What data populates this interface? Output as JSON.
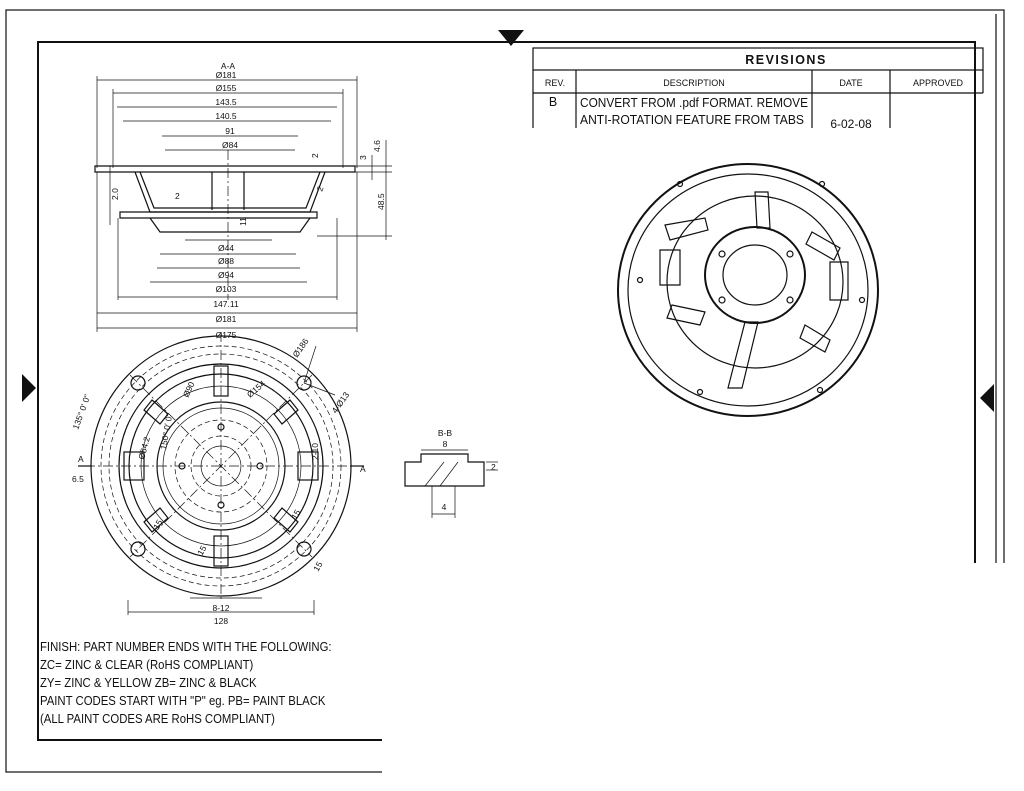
{
  "revisions": {
    "title": "REVISIONS",
    "headers": {
      "rev": "REV.",
      "description": "DESCRIPTION",
      "date": "DATE",
      "approved": "APPROVED"
    },
    "rows": [
      {
        "rev": "B",
        "description_line1": "CONVERT FROM .pdf FORMAT. REMOVE",
        "description_line2": "ANTI-ROTATION FEATURE FROM TABS",
        "date": "6-02-08",
        "approved": ""
      }
    ]
  },
  "section_aa": {
    "title": "A-A",
    "top_dims": [
      "Ø181",
      "Ø155",
      "143.5",
      "140.5",
      "91",
      "Ø84"
    ],
    "bottom_dims": [
      "Ø44",
      "Ø88",
      "Ø94",
      "Ø103",
      "147.11",
      "Ø181",
      "Ø175"
    ],
    "side_dims": {
      "d1": "4.6",
      "d2": "3",
      "d3": "48.5",
      "d4": "2",
      "d5": "2.0",
      "d6": "2",
      "d7": "11",
      "d8": "2"
    }
  },
  "plan_view": {
    "dims": [
      "Ø186",
      "4-Ø13",
      "135° 0' 0\"",
      "2-10",
      "Ø154",
      "Ø90",
      "Ø54.2",
      "150° 0' 0\"",
      "6.5",
      "8-12",
      "128",
      "15",
      "15",
      "15",
      "15"
    ],
    "section_mark": "A"
  },
  "section_bb": {
    "title": "B-B",
    "dims": {
      "width": "8",
      "height": "2",
      "bottom": "4"
    }
  },
  "finish_notes": {
    "line1": "FINISH: PART NUMBER ENDS WITH THE FOLLOWING:",
    "line2": "ZC= ZINC & CLEAR (RoHS COMPLIANT)",
    "line3": "ZY= ZINC & YELLOW   ZB= ZINC & BLACK",
    "line4": "PAINT CODES START  WITH \"P\" eg. PB= PAINT BLACK",
    "line5": "(ALL PAINT CODES ARE RoHS COMPLIANT)"
  }
}
